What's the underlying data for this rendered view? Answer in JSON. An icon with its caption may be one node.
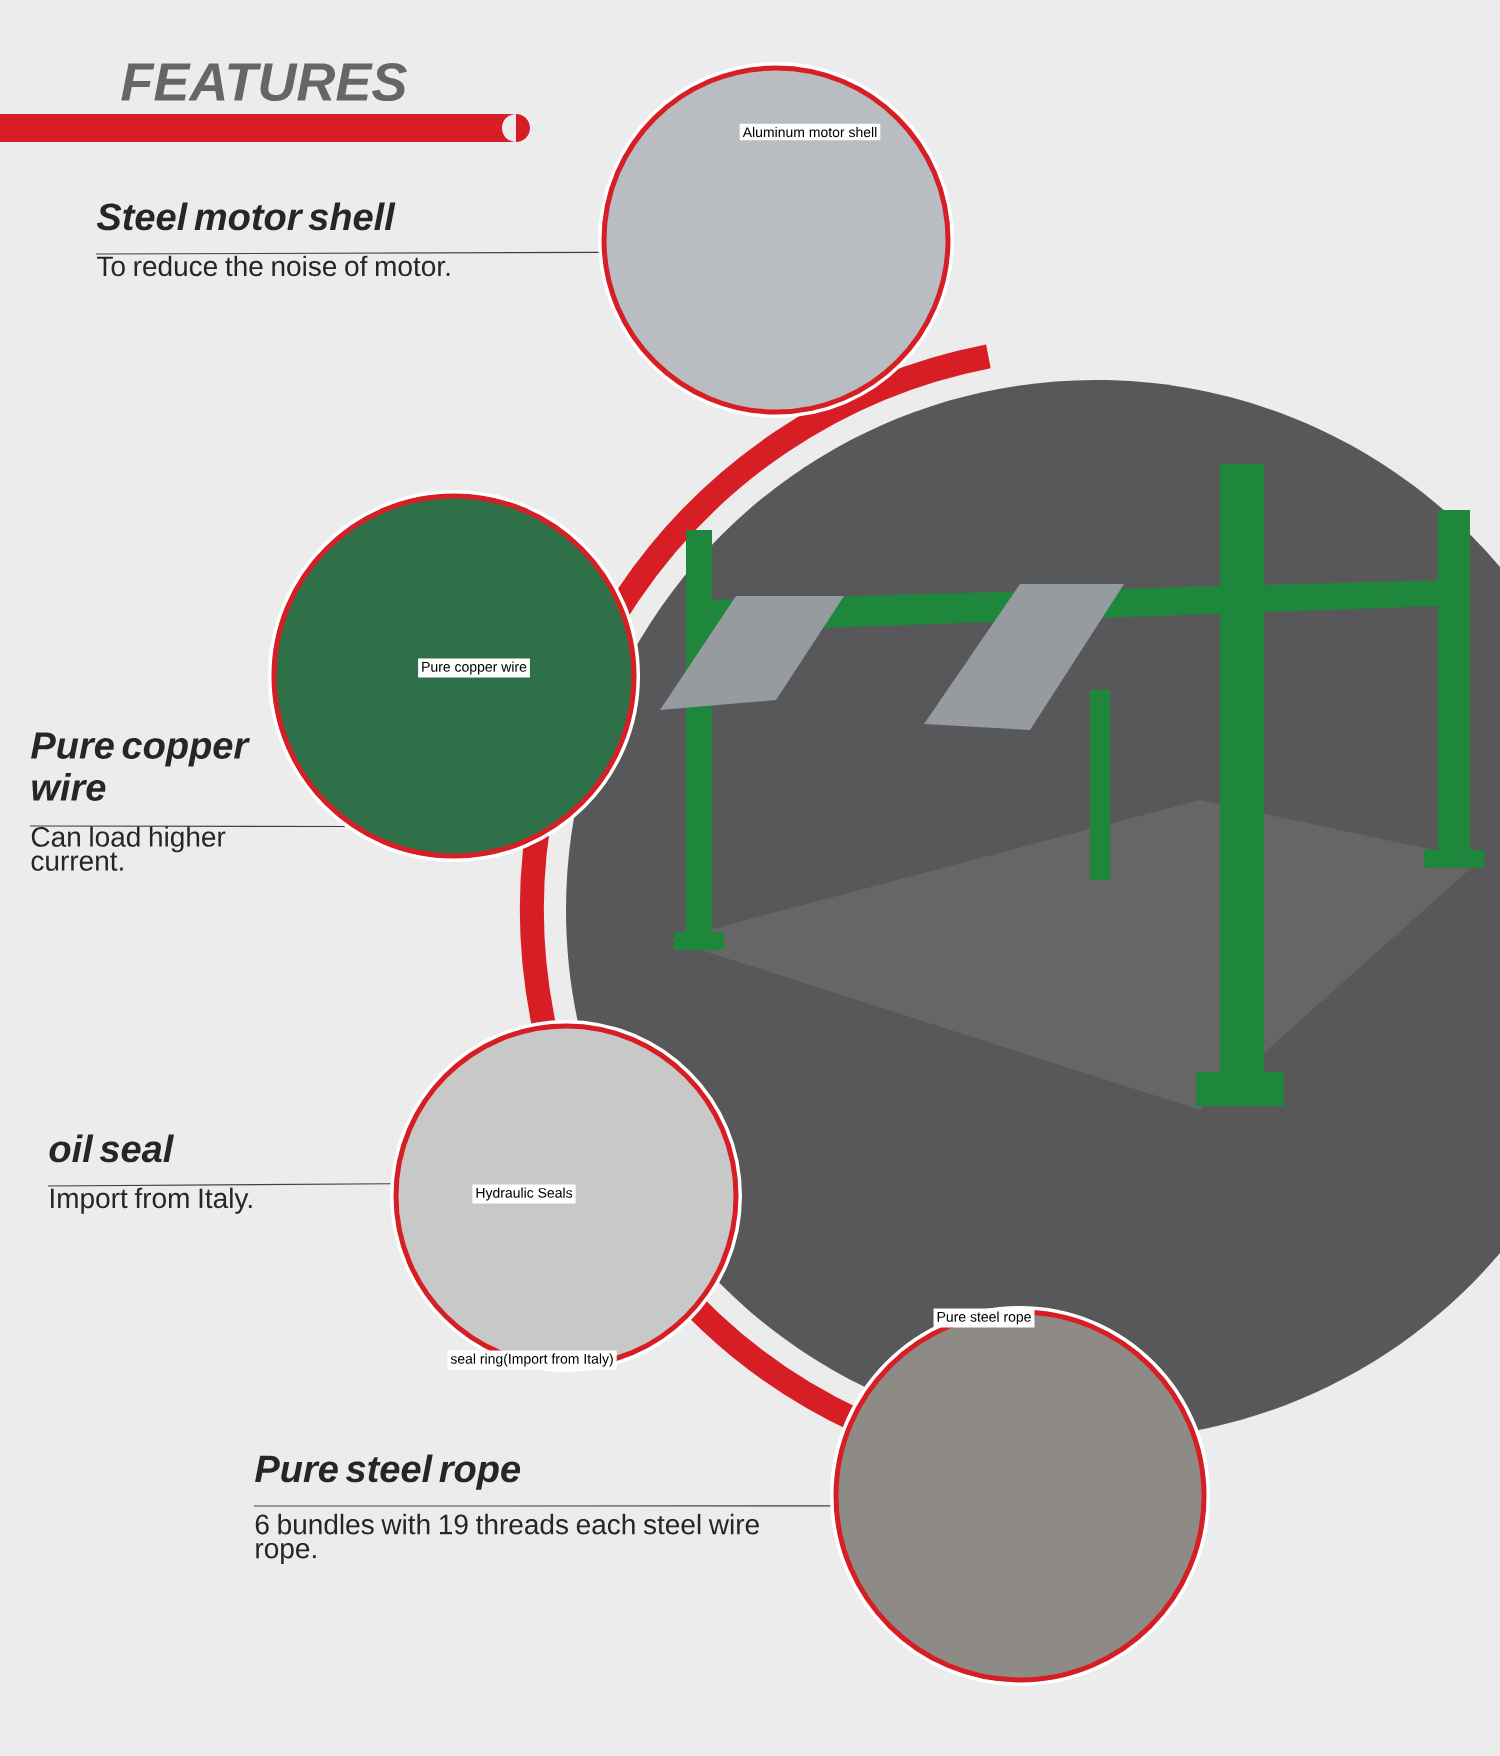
{
  "diagram": {
    "title": "FEATURES",
    "nodes": [
      {
        "text": [
          "Steel motor shell",
          "To reduce the noise of motor."
        ]
      },
      {
        "text": [
          "Aluminum motor shell"
        ]
      },
      {
        "text": [
          "Pure copper wire",
          "Can load higher current."
        ]
      },
      {
        "text": [
          "Pure copper wire"
        ]
      },
      {
        "text": [
          "oil seal",
          "Import from Italy."
        ]
      },
      {
        "text": [
          "Hydraulic Seals",
          "seal ring(Import from Italy)"
        ]
      },
      {
        "text": [
          "Pure steel rope",
          "6 bundles with 19 threads each steel wire rope."
        ]
      },
      {
        "text": [
          "Pure steel rope"
        ]
      }
    ],
    "edges": [
      {
        "from": 0,
        "to": 1,
        "arrow": "none"
      },
      {
        "from": 2,
        "to": 3,
        "arrow": "none"
      },
      {
        "from": 4,
        "to": 5,
        "arrow": "none"
      },
      {
        "from": 6,
        "to": 7,
        "arrow": "none"
      }
    ]
  }
}
